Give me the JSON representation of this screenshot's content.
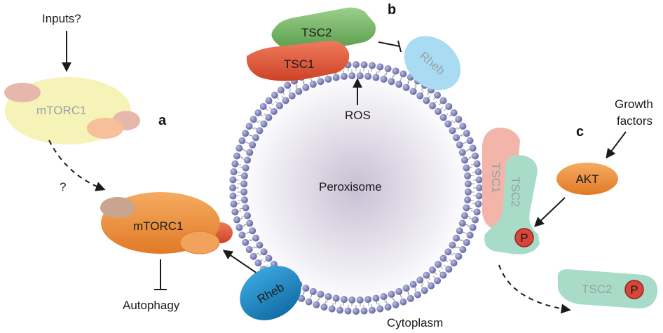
{
  "panels": {
    "a": "a",
    "b": "b",
    "c": "c"
  },
  "labels": {
    "inputs": "Inputs?",
    "question": "?",
    "mtorc1_faded": "mTORC1",
    "mtorc1_active": "mTORC1",
    "autophagy": "Autophagy",
    "peroxisome": "Peroxisome",
    "cytoplasm": "Cytoplasm",
    "ros": "ROS",
    "tsc1_top": "TSC1",
    "tsc2_top": "TSC2",
    "rheb_faded": "Rheb",
    "rheb_active": "Rheb",
    "tsc1_right": "TSC1",
    "tsc2_right": "TSC2",
    "tsc2_released": "TSC2",
    "akt": "AKT",
    "growth_factors_1": "Growth",
    "growth_factors_2": "factors",
    "phospho_1": "P",
    "phospho_2": "P"
  },
  "colors": {
    "mtorc1_active": "#f0913e",
    "mtorc1_faded": "#f6f3b9",
    "tsc1": "#e2573a",
    "tsc2": "#6fb05f",
    "rheb_active": "#1f89c9",
    "rheb_faded": "#a9dcf3",
    "tsc_faded_pink": "#f3b4aa",
    "tsc_faded_green": "#a8dcc8",
    "phospho": "#d9453a",
    "membrane_head": "#7b7fba"
  }
}
